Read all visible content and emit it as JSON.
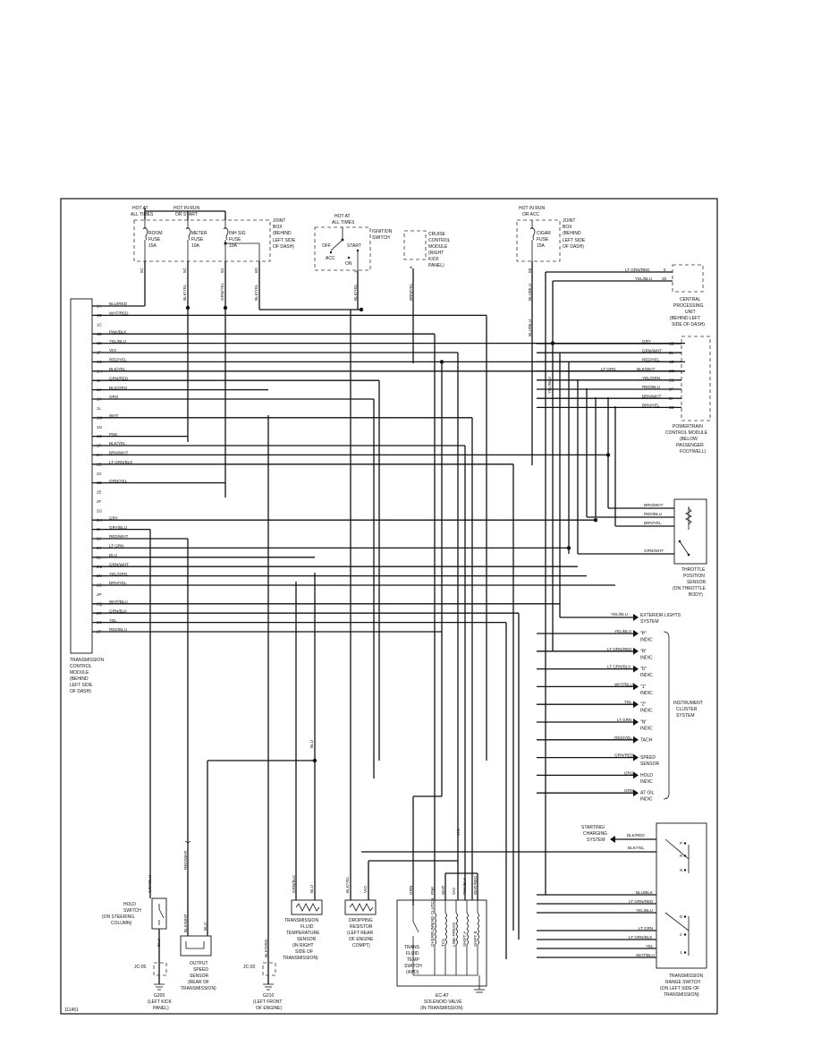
{
  "figure_id": "111451",
  "top": {
    "fuse_a": {
      "hot": [
        "HOT AT",
        "ALL TIMES"
      ],
      "name": [
        "ROOM",
        "FUSE",
        "15A"
      ],
      "pin": "5C",
      "wire": "BLU/RED"
    },
    "fuse_b": {
      "hot": [
        "HOT IN RUN",
        "OR START"
      ],
      "name": [
        "METER",
        "FUSE",
        "10A"
      ],
      "pin": "5C",
      "wire": "BLK/YEL"
    },
    "fuse_c": {
      "name": [
        "INH SIG",
        "FUSE",
        "10A"
      ],
      "pin": "5C",
      "wire": "GRN/YEL"
    },
    "fuse_d": {
      "pin": "6D",
      "wire": "BLK/YEL"
    },
    "joint_box": [
      "JOINT",
      "BOX",
      "(BEHIND",
      "LEFT SIDE",
      "OF DASH)"
    ],
    "ignition": {
      "hot": [
        "HOT AT",
        "ALL TIMES"
      ],
      "label": [
        "IGNITION",
        "SWITCH"
      ],
      "off": "OFF",
      "start": "START",
      "acc": "ACC",
      "on": "ON",
      "pin": "1",
      "wire": "BLK/YEL"
    },
    "cruise": {
      "label": [
        "CRUISE",
        "CONTROL",
        "MODULE",
        "(RIGHT",
        "KICK",
        "PANEL)"
      ],
      "pin": "6",
      "wire": "BRN/YEL"
    },
    "cigar": {
      "hot": [
        "HOT IN RUN",
        "OR ACC"
      ],
      "name": [
        "CIGAR",
        "FUSE",
        "15A"
      ],
      "jb": [
        "JOINT",
        "BOX",
        "(BEHIND",
        "LEFT SIDE",
        "OF DASH)"
      ],
      "pin": "5E",
      "wire": "BLU/BLU"
    }
  },
  "tcm": {
    "label": [
      "TRANSMISSION",
      "CONTROL",
      "MODULE",
      "(BEHIND",
      "LEFT SIDE",
      "OF DASH)"
    ],
    "pins": [
      {
        "pin": "1A",
        "wire": "BLU/RED"
      },
      {
        "pin": "1B",
        "wire": "WHT/RED"
      },
      {
        "pin": "1C",
        "wire": ""
      },
      {
        "pin": "1D",
        "wire": "PNK/BLK"
      },
      {
        "pin": "1E",
        "wire": "YEL/BLU"
      },
      {
        "pin": "1F",
        "wire": "VIO"
      },
      {
        "pin": "1G",
        "wire": "RED/YEL"
      },
      {
        "pin": "1H",
        "wire": "BLK/YEL"
      },
      {
        "pin": "1I",
        "wire": "GRN/RED"
      },
      {
        "pin": "1J",
        "wire": "BLK/ORG"
      },
      {
        "pin": "1K",
        "wire": "ORG"
      },
      {
        "pin": "1L",
        "wire": ""
      },
      {
        "pin": "1M",
        "wire": "WHT"
      },
      {
        "pin": "1N",
        "wire": ""
      },
      {
        "pin": "1O",
        "wire": "PNK"
      },
      {
        "pin": "1P",
        "wire": "BLK/YEL"
      },
      {
        "pin": "2A",
        "wire": "BRN/WHT"
      },
      {
        "pin": "2B",
        "wire": "LT GRN/BLK"
      },
      {
        "pin": "2C",
        "wire": ""
      },
      {
        "pin": "2D",
        "wire": "GRN/YEL"
      },
      {
        "pin": "2E",
        "wire": ""
      },
      {
        "pin": "2F",
        "wire": ""
      },
      {
        "pin": "2G",
        "wire": ""
      },
      {
        "pin": "2H",
        "wire": "GRY"
      },
      {
        "pin": "2I",
        "wire": "GRY/BLU"
      },
      {
        "pin": "2J",
        "wire": "RED/WHT"
      },
      {
        "pin": "2K",
        "wire": "LT GRN"
      },
      {
        "pin": "2L",
        "wire": "BLU"
      },
      {
        "pin": "2M",
        "wire": "GRN/WHT"
      },
      {
        "pin": "2N",
        "wire": "YEL/GRN"
      },
      {
        "pin": "2O",
        "wire": "BRN/YEL"
      },
      {
        "pin": "2P",
        "wire": ""
      },
      {
        "pin": "2Q",
        "wire": "WHT/BLU"
      },
      {
        "pin": "2R",
        "wire": "GRN/BLK"
      },
      {
        "pin": "2S",
        "wire": "YEL"
      },
      {
        "pin": "2T",
        "wire": "RED/BLU"
      }
    ]
  },
  "cpu": {
    "label": [
      "CENTRAL",
      "PROCESSING",
      "UNIT",
      "(BEHIND LEFT",
      "SIDE OF DASH)"
    ],
    "pins": [
      {
        "pin": "6",
        "wire": "LT GRN/RED"
      },
      {
        "pin": "26",
        "wire": "YEL/BLU"
      }
    ]
  },
  "pcm": {
    "label": [
      "POWERTRAIN",
      "CONTROL MODULE",
      "(BELOW",
      "PASSENGER",
      "FOOTWELL)"
    ],
    "pins": [
      {
        "pin": "1E",
        "wire": "GRY"
      },
      {
        "pin": "3L",
        "wire": "GRN/WHT"
      },
      {
        "pin": "4E",
        "wire": "RED/YEL"
      },
      {
        "pin": "2G",
        "wire": "BLK/WHT"
      },
      {
        "pin": "2B",
        "wire": "YEL/GRN"
      },
      {
        "pin": "3F",
        "wire": "RED/BLU"
      },
      {
        "pin": "3I",
        "wire": "BRN/WHT"
      },
      {
        "pin": "3D",
        "wire": "BRN/YEL"
      }
    ],
    "lt_grn": "LT GRN",
    "yel_blu": "YEL/BLU"
  },
  "tps": {
    "label": [
      "THROTTLE",
      "POSITION",
      "SENSOR",
      "(ON THROTTLE",
      "BODY)"
    ],
    "wires": [
      "BRN/WHT",
      "RED/BLU",
      "BRN/YEL",
      "GRN/WHT"
    ]
  },
  "right_side": {
    "ext_lights": {
      "wire": "YEL/BLU",
      "label": [
        "EXTERIOR LIGHTS",
        "SYSTEM"
      ]
    },
    "cluster_label": [
      "INSTRUMENT",
      "CLUSTER",
      "SYSTEM"
    ],
    "indicators": [
      {
        "wire": "YEL/BLU",
        "label": [
          "\"P\"",
          "INDIC"
        ]
      },
      {
        "wire": "LT GRN/RED",
        "label": [
          "\"R\"",
          "INDIC"
        ]
      },
      {
        "wire": "LT GRN/BLK",
        "label": [
          "\"D\"",
          "INDIC"
        ]
      },
      {
        "wire": "WHT/BLU",
        "label": [
          "\"1\"",
          "INDIC"
        ]
      },
      {
        "wire": "YEL",
        "label": [
          "\"2\"",
          "INDIC"
        ]
      },
      {
        "wire": "LT GRN",
        "label": [
          "\"N\"",
          "INDIC"
        ]
      },
      {
        "wire": "RED/YEL",
        "label": [
          "TACH"
        ]
      },
      {
        "wire": "GRN/RED",
        "label": [
          "SPEED",
          "SENSOR"
        ]
      },
      {
        "wire": "ORG",
        "label": [
          "HOLD",
          "INDIC"
        ]
      },
      {
        "wire": "GRN",
        "label": [
          "AT OIL",
          "INDIC"
        ]
      }
    ]
  },
  "bottom": {
    "hold_switch": {
      "label": [
        "HOLD",
        "SWITCH",
        "(ON STEERING",
        "COLUMN)"
      ],
      "wire_top": "GRY/BLU",
      "wire_bottom": "BLU"
    },
    "jc05": "JC-05",
    "g200": [
      "G200",
      "(LEFT KICK",
      "PANEL)"
    ],
    "oss": {
      "label": [
        "OUTPUT",
        "SPEED",
        "SENSOR",
        "(REAR OF",
        "TRANSMISSION)"
      ],
      "wire_a": "RED/WHT",
      "wire_b": "BLK/WHT",
      "wire_c": "BLU"
    },
    "jc03": "JC-03",
    "g210": [
      "G210",
      "(LEFT FRONT",
      "OF ENGINE)"
    ],
    "g210_wire": "BLK/ORG",
    "tfts": {
      "label": [
        "TRANSMISSION",
        "FLUID",
        "TEMPERATURE",
        "SENSOR",
        "(IN RIGHT",
        "SIDE OF",
        "TRANSMISSION)"
      ],
      "wire_a": "GRN/BLK",
      "wire_b": "BLU"
    },
    "blu_wire": "BLU",
    "dropping": {
      "label": [
        "DROPPING",
        "RESISTOR",
        "(LEFT REAR",
        "OF ENGINE",
        "COMPT)"
      ],
      "wire_a": "BLK/YEL",
      "wire_b": "VIO"
    },
    "ecat": {
      "label": [
        "EC-AT",
        "SOLENOID VALVE",
        "(IN TRANSMISSION)"
      ],
      "switch": [
        "TRANS",
        "FLUID",
        "TEMP",
        "SWITCH",
        "(4WD)"
      ],
      "wires": [
        "GRN",
        "PNK",
        "WHT",
        "VIO",
        "PNK/BLK",
        "WHT/RED"
      ],
      "coils": [
        "OVERRUNNING CLUTCH",
        "TCC",
        "LINE PRESS",
        "SHIFT A",
        "SHIFT B"
      ],
      "vio": "VIO"
    },
    "starting": {
      "label": [
        "STARTING/",
        "CHARGING",
        "SYSTEM"
      ],
      "wire_a": "BLK/RED",
      "wire_b": "BLK/YEL"
    },
    "trs": {
      "label": [
        "TRANSMISSION",
        "RANGE SWITCH",
        "(ON LEFT SIDE OF",
        "TRANSMISSION)"
      ],
      "wires": [
        "BLU/BLK",
        "LT GRN/RED",
        "YEL/BLU",
        "LT GRN",
        "LT GRN/BLK",
        "YEL",
        "WHT/BLU"
      ],
      "positions": [
        "P",
        "R",
        "N",
        "D",
        "2",
        "1"
      ]
    }
  }
}
